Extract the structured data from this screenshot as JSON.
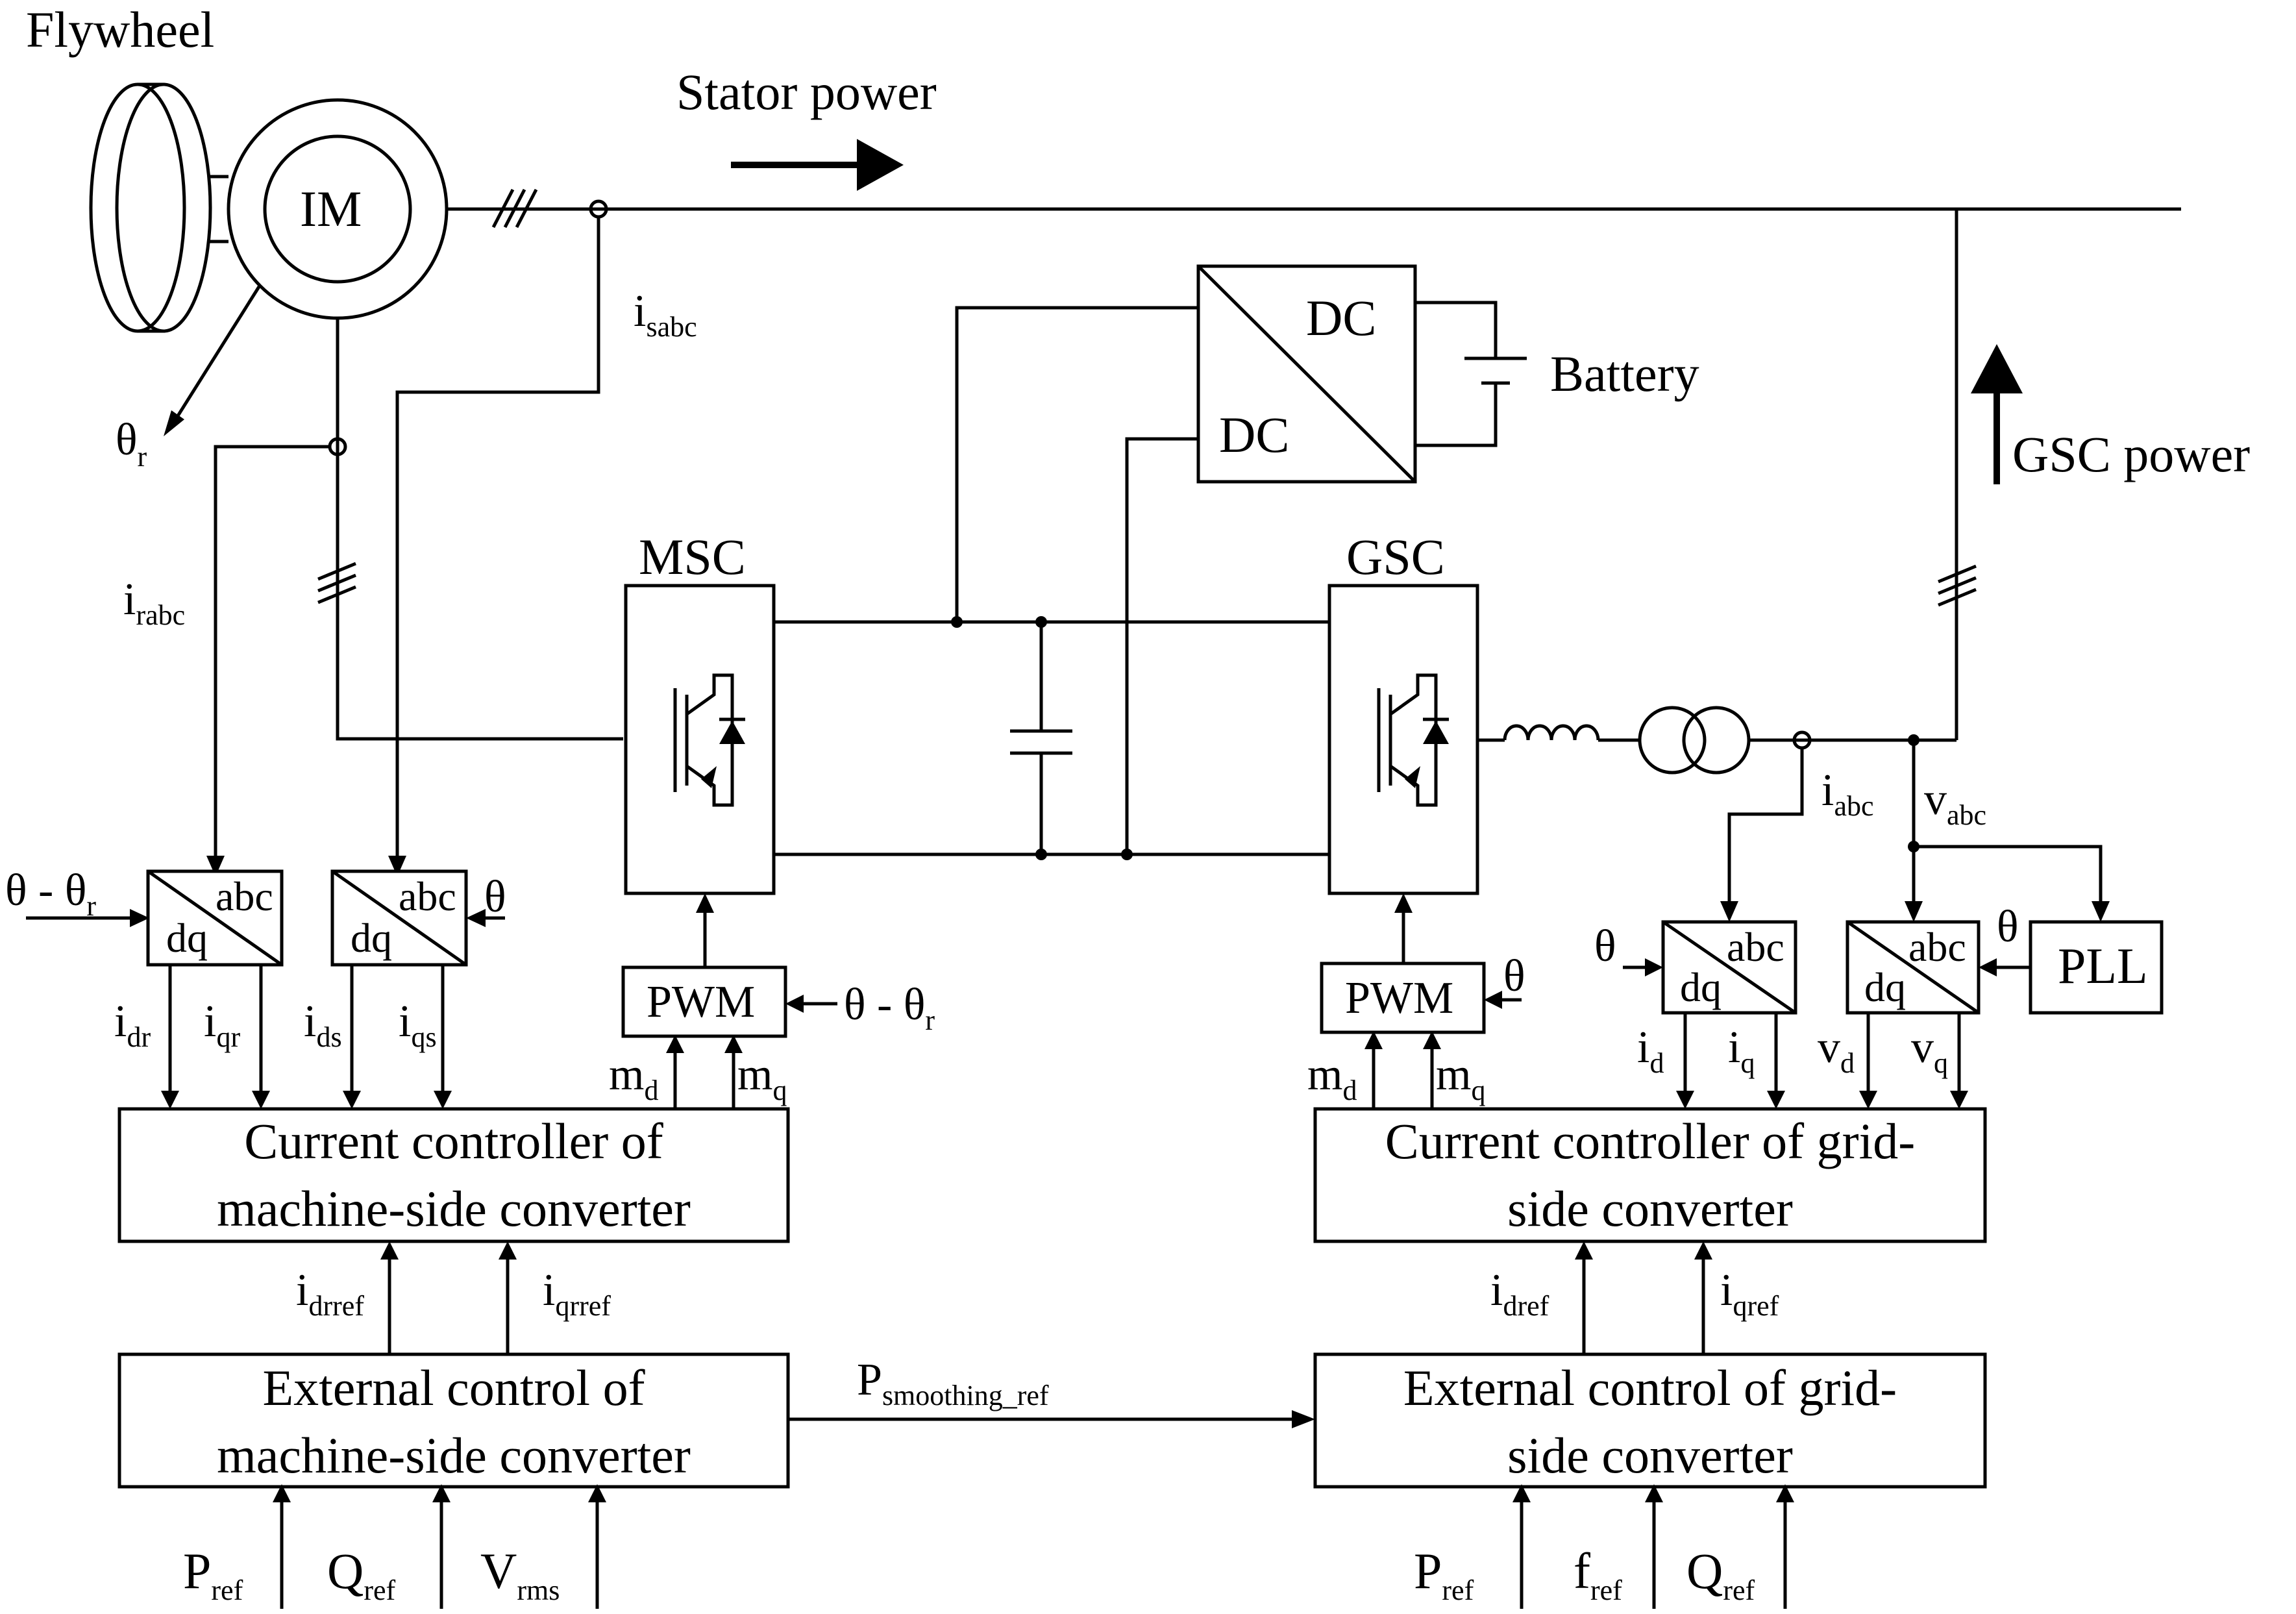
{
  "labels": {
    "flywheel": "Flywheel",
    "im": "IM",
    "stator_power": "Stator power",
    "dc_top": "DC",
    "dc_bottom": "DC",
    "battery": "Battery",
    "gsc_power": "GSC power",
    "theta_r": "θ",
    "theta_r_sub": "r",
    "i_sabc": "i",
    "i_sabc_sub": "sabc",
    "i_rabc": "i",
    "i_rabc_sub": "rabc",
    "msc": "MSC",
    "gsc": "GSC",
    "i_abc": "i",
    "i_abc_sub": "abc",
    "v_abc": "v",
    "v_abc_sub": "abc",
    "pll": "PLL",
    "pwm_msc": "PWM",
    "pwm_gsc": "PWM",
    "theta_minus_theta_r_left": "θ - θ",
    "theta_minus_theta_r_left_sub": "r",
    "theta_minus_theta_r_pwm": "θ - θ",
    "theta_minus_theta_r_pwm_sub": "r",
    "theta_1": "θ",
    "theta_2": "θ",
    "theta_3": "θ",
    "theta_4": "θ",
    "abc": "abc",
    "dq": "dq",
    "i_dr": "i",
    "i_dr_sub": "dr",
    "i_qr": "i",
    "i_qr_sub": "qr",
    "i_ds": "i",
    "i_ds_sub": "ds",
    "i_qs": "i",
    "i_qs_sub": "qs",
    "m_d_msc": "m",
    "m_d_msc_sub": "d",
    "m_q_msc": "m",
    "m_q_msc_sub": "q",
    "m_d_gsc": "m",
    "m_d_gsc_sub": "d",
    "m_q_gsc": "m",
    "m_q_gsc_sub": "q",
    "i_d": "i",
    "i_d_sub": "d",
    "i_q": "i",
    "i_q_sub": "q",
    "v_d": "v",
    "v_d_sub": "d",
    "v_q": "v",
    "v_q_sub": "q",
    "i_drref": "i",
    "i_drref_sub": "drref",
    "i_qrref": "i",
    "i_qrref_sub": "qrref",
    "i_dref": "i",
    "i_dref_sub": "dref",
    "i_qref": "i",
    "i_qref_sub": "qref",
    "p_smoothing": "P",
    "p_smoothing_sub": "smoothing_ref",
    "p_ref_left": "P",
    "p_ref_left_sub": "ref",
    "q_ref_left": "Q",
    "q_ref_left_sub": "ref",
    "v_rms": "V",
    "v_rms_sub": "rms",
    "p_ref_right": "P",
    "p_ref_right_sub": "ref",
    "f_ref": "f",
    "f_ref_sub": "ref",
    "q_ref_right": "Q",
    "q_ref_right_sub": "ref"
  },
  "blocks": {
    "cc_msc_line1": "Current controller of",
    "cc_msc_line2": "machine-side converter",
    "cc_gsc_line1": "Current controller of grid-",
    "cc_gsc_line2": "side converter",
    "ec_msc_line1": "External control of",
    "ec_msc_line2": "machine-side converter",
    "ec_gsc_line1": "External control of grid-",
    "ec_gsc_line2": "side converter"
  }
}
